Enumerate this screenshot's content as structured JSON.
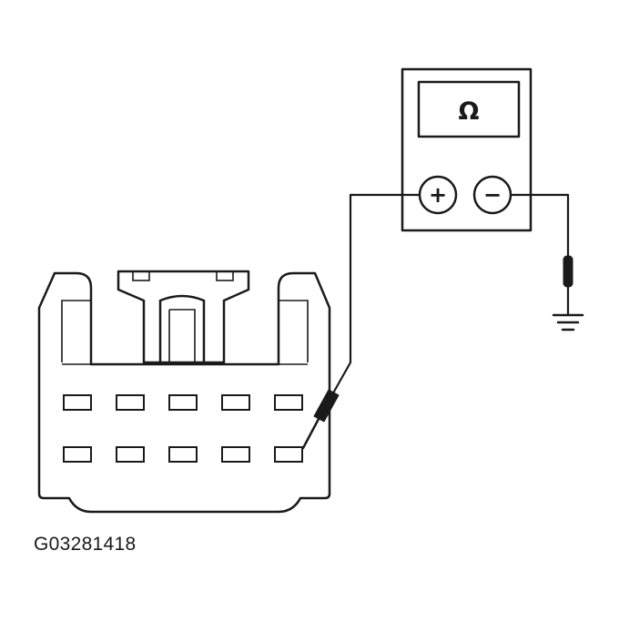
{
  "meter": {
    "display_symbol": "Ω",
    "positive_terminal": "+",
    "negative_terminal": "−"
  },
  "connector": {
    "pin_rows": 2,
    "pins_per_row": 5,
    "probed_pin": {
      "row": 2,
      "column": 5
    }
  },
  "figure": {
    "reference_code": "G03281418"
  },
  "icons": {
    "ground": "ground-icon",
    "probe": "test-probe-icon"
  }
}
